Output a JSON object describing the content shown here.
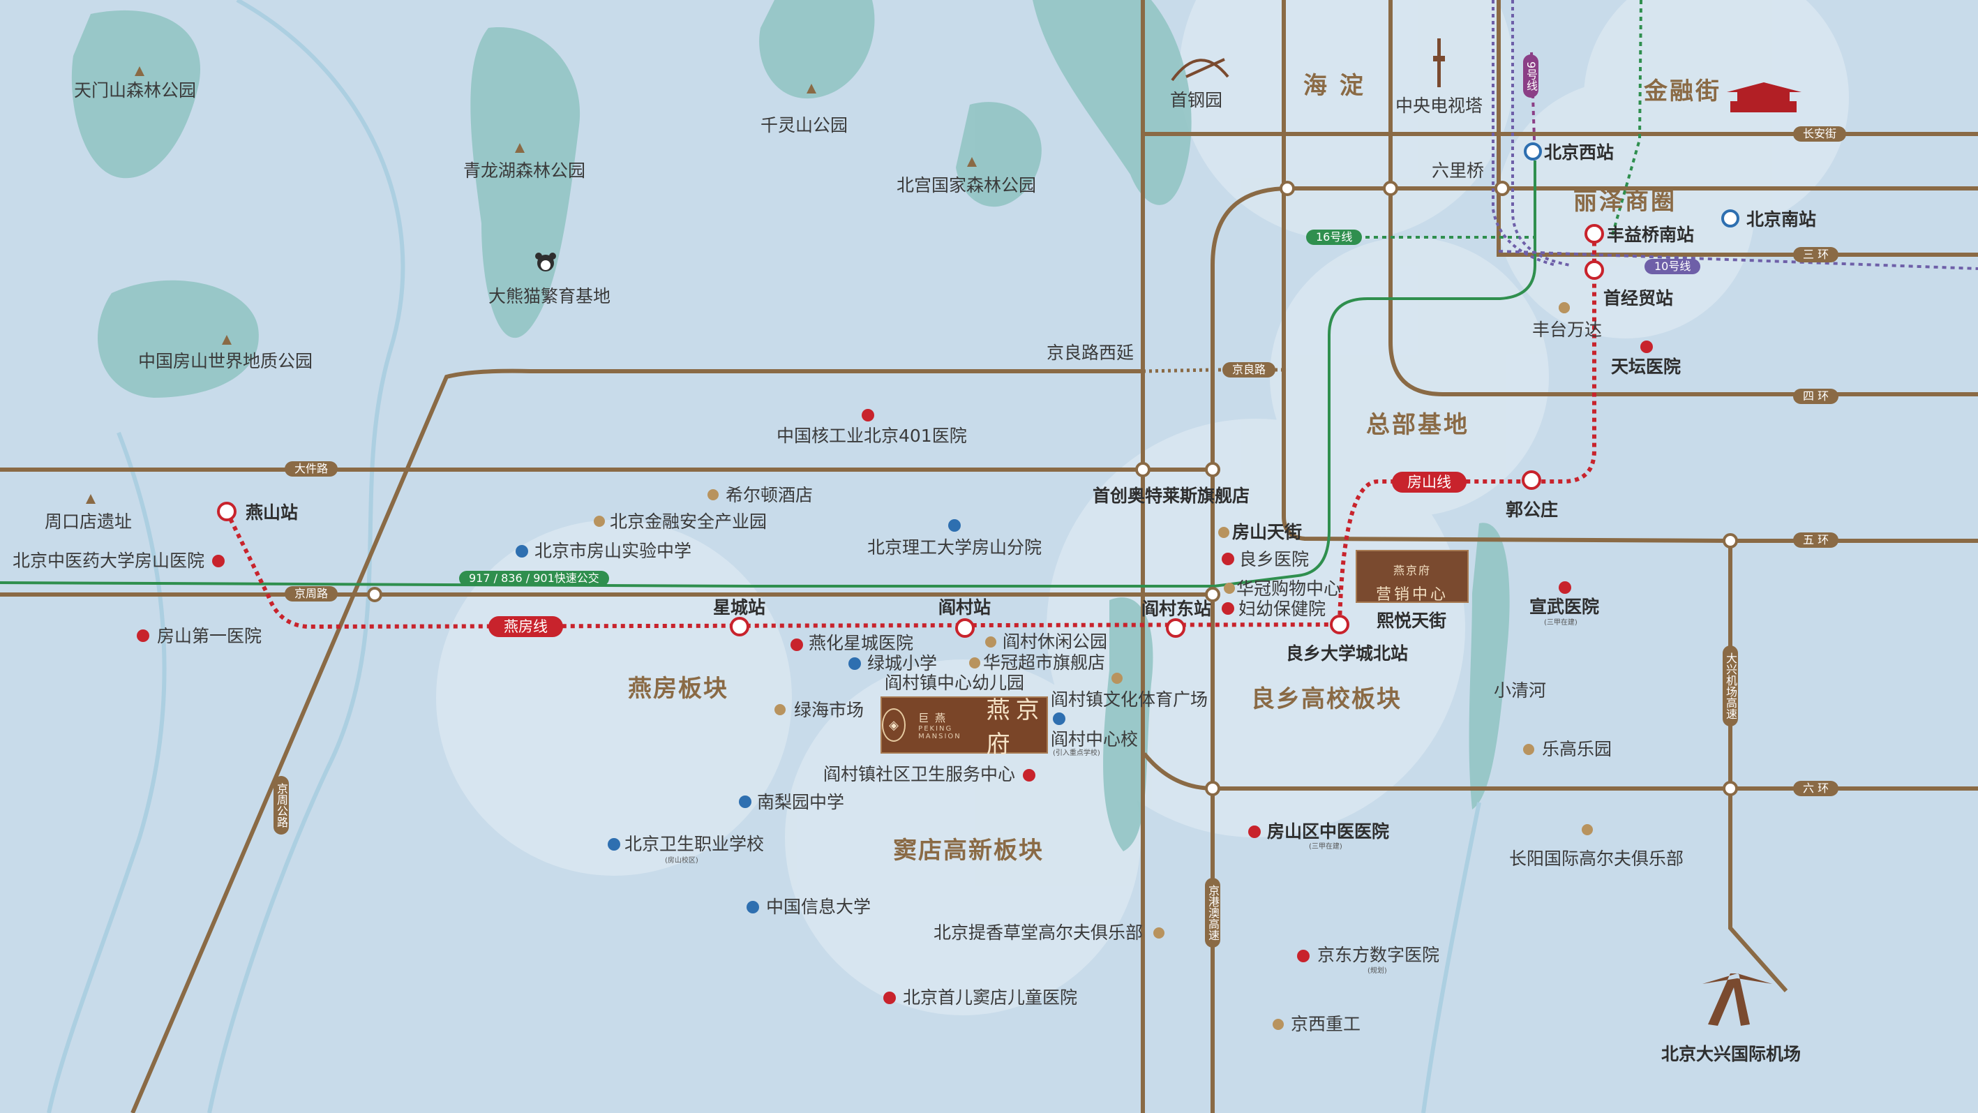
{
  "districts": {
    "haidian": "海 淀",
    "jinrongjie": "金融街",
    "lize": "丽泽商圈",
    "zongbu": "总部基地"
  },
  "zones": {
    "yanfang": "燕房板块",
    "liangxiang": "良乡高校板块",
    "doudian": "窦店高新板块"
  },
  "project": {
    "brand": "巨 燕",
    "name": "燕京府",
    "en": "PEKING MANSION"
  },
  "sales_center": {
    "line1": "燕京府",
    "line2": "营销中心"
  },
  "roads": {
    "changanjie": "长安街",
    "ring3": "三 环",
    "ring4": "四 环",
    "ring5": "五 环",
    "ring6": "六 环",
    "jingliang": "京良路",
    "dajian": "大件路",
    "jingzhou": "京周路",
    "jinggang": "京港澳高速",
    "daxing_airport_exp": "大兴机场高速",
    "jingzhoubus": "京周公路",
    "bus": "917 / 836 / 901快速公交",
    "jingliang_west": "京良路西延"
  },
  "metro": {
    "line16": "16号线",
    "line10": "10号线",
    "line9": "9号线",
    "fangshan": "房山线",
    "yanfang": "燕房线"
  },
  "stations": {
    "beijingxi": "北京西站",
    "beijingnan": "北京南站",
    "fengyiqiaonan": "丰益桥南站",
    "shoujingmao": "首经贸站",
    "guogongzhuang": "郭公庄",
    "yanshan": "燕山站",
    "xingcheng": "星城站",
    "yancun": "阎村站",
    "yancundong": "阎村东站",
    "liangxiang_univ_n": "良乡大学城北站",
    "liulixiang": "六里桥"
  },
  "places": {
    "tianmenshan": "天门山森林公园",
    "qinglonghu": "青龙湖森林公园",
    "panda": "大熊猫繁育基地",
    "geopark": "中国房山世界地质公园",
    "qianlingshan": "千灵山公园",
    "beigong": "北宫国家森林公园",
    "shougang": "首钢园",
    "cctv": "中央电视塔",
    "fengtaiwanda": "丰台万达",
    "tiantan": "天坛医院",
    "zhoukoudian": "周口店遗址",
    "tcm_fangshan": "北京中医药大学房山医院",
    "fangshan_first": "房山第一医院",
    "hosp401": "中国核工业北京401医院",
    "hilton": "希尔顿酒店",
    "finance_park": "北京金融安全产业园",
    "fangshan_exp_school": "北京市房山实验中学",
    "bit_fangshan": "北京理工大学房山分院",
    "outlets": "首创奥特莱斯旗舰店",
    "fangshan_tianjie": "房山天街",
    "liangxiang_hosp": "良乡医院",
    "huaguan_mall": "华冠购物中心",
    "maternal": "妇幼保健院",
    "xiyue": "熙悦天街",
    "yanhua_hosp": "燕化星城医院",
    "lvcheng": "绿城小学",
    "kindergarten": "阎村镇中心幼儿园",
    "leisure_park": "阎村休闲公园",
    "huaguan_super": "华冠超市旗舰店",
    "lvhai": "绿海市场",
    "culture_square": "阎村镇文化体育广场",
    "yancun_school": "阎村中心校",
    "yancun_school_note": "(引入重点学校)",
    "health_center": "阎村镇社区卫生服务中心",
    "nanliyuan": "南梨园中学",
    "health_school": "北京卫生职业学校",
    "health_school_note": "(房山校区)",
    "cuit": "中国信息大学",
    "tixiang_golf": "北京提香草堂高尔夫俱乐部",
    "shouer": "北京首儿窦店儿童医院",
    "fangshan_tcm": "房山区中医医院",
    "fangshan_tcm_note": "(三甲在建)",
    "jdhosp": "京东方数字医院",
    "jdhosp_note": "(规划)",
    "jingxi": "京西重工",
    "xuanwu": "宣武医院",
    "xuanwu_note": "(三甲在建)",
    "xiaoqinghe": "小清河",
    "legao": "乐高乐园",
    "changyang_golf": "长阳国际高尔夫俱乐部",
    "daxing_airport": "北京大兴国际机场"
  },
  "colors": {
    "bg": "#c8dbea",
    "water": "#8fc3c2",
    "road": "#8a6a45",
    "metro_red": "#c8232c",
    "green_line": "#2f8f4e"
  }
}
